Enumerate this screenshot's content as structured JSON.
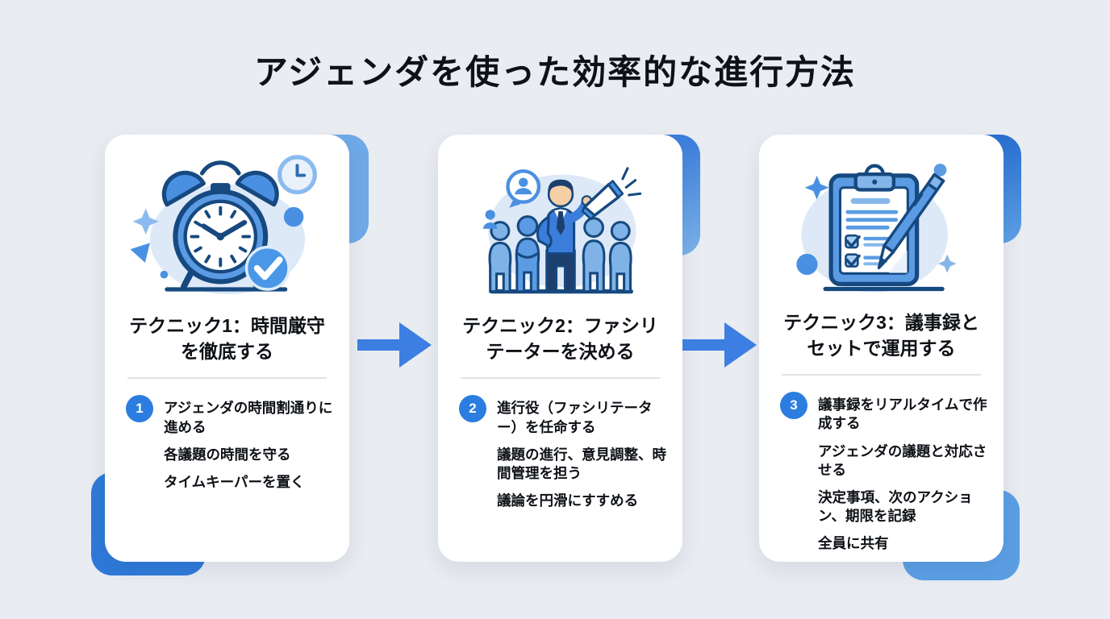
{
  "page": {
    "title": "アジェンダを使った効率的な進行方法"
  },
  "cards": [
    {
      "title": "テクニック1：時間厳守を徹底する",
      "badge": "1",
      "illustration": "alarm-clock",
      "items": [
        "アジェンダの時間割通りに進める",
        "各議題の時間を守る",
        "タイムキーパーを置く"
      ]
    },
    {
      "title": "テクニック2：ファシリテーターを決める",
      "badge": "2",
      "illustration": "facilitator-megaphone",
      "items": [
        "進行役（ファシリテーター）を任命する",
        "議題の進行、意見調整、時間管理を担う",
        "議論を円滑にすすめる"
      ]
    },
    {
      "title": "テクニック3：議事録とセットで運用する",
      "badge": "3",
      "illustration": "clipboard-checklist",
      "items": [
        "議事録をリアルタイムで作成する",
        "アジェンダの議題と対応させる",
        "決定事項、次のアクション、期限を記録",
        "全員に共有"
      ]
    }
  ],
  "colors": {
    "background": "#e9ecf1",
    "card": "#ffffff",
    "badge_blue": "#2b7de0",
    "arrow_blue": "#3c7ee1",
    "accent_strong": "#2e7ad8",
    "accent_medium": "#5b9fe3",
    "accent_light": "#6fa9e7",
    "illustration_outline": "#16497f",
    "text": "#0e1116"
  }
}
